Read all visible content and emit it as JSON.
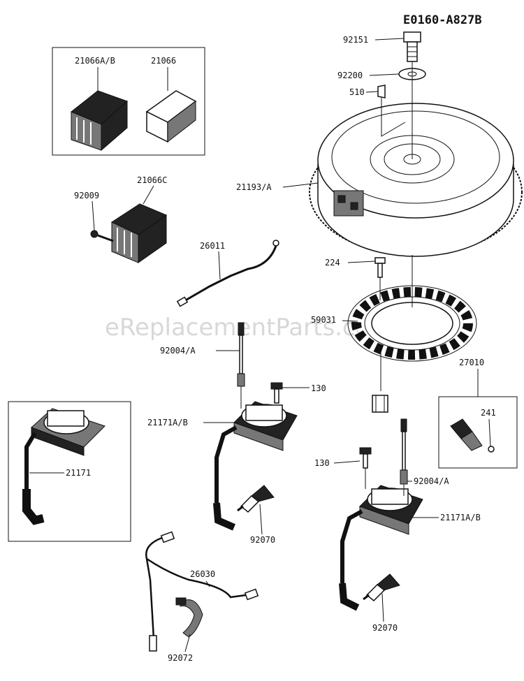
{
  "diagram_code": "E0160-A827B",
  "watermark": "eReplacementParts.com",
  "labels": {
    "p92151": "92151",
    "p92200": "92200",
    "p510": "510",
    "p21066ab": "21066A/B",
    "p21066": "21066",
    "p21066c": "21066C",
    "p92009": "92009",
    "p21193a": "21193/A",
    "p26011": "26011",
    "p224": "224",
    "p59031": "59031",
    "p92004a_l": "92004/A",
    "p130_l": "130",
    "p27010": "27010",
    "p241": "241",
    "p21171ab_l": "21171A/B",
    "p21171": "21171",
    "p130_r": "130",
    "p92004a_r": "92004/A",
    "p21171ab_r": "21171A/B",
    "p92070_l": "92070",
    "p26030": "26030",
    "p92070_r": "92070",
    "p92072": "92072"
  }
}
